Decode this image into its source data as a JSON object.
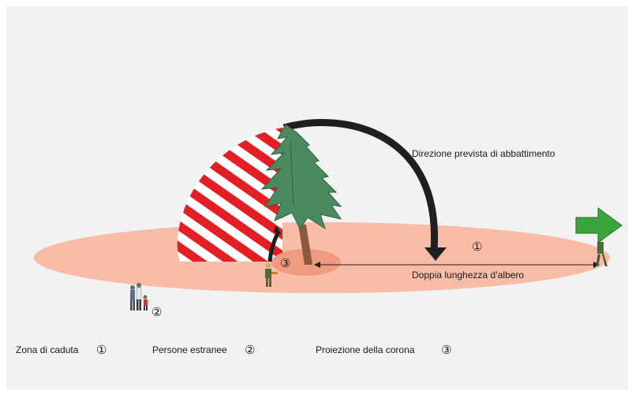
{
  "labels": {
    "direction": "Direzione prevista di abbattimento",
    "double_length": "Doppia lunghezza d’albero"
  },
  "markers": {
    "one": "①",
    "two": "②",
    "three": "③"
  },
  "legend": [
    {
      "label": "Zona di caduta",
      "marker": "①"
    },
    {
      "label": "Persone estranee",
      "marker": "②"
    },
    {
      "label": "Proiezione della corona",
      "marker": "③"
    }
  ],
  "colors": {
    "zone": "#f8bca7",
    "crown_projection": "#f09a82",
    "danger_stripe": "#e31e24",
    "arrow": "#1f1f1f",
    "tree": "#4a8a5e",
    "escape_arrow": "#3aa53a"
  },
  "icons": [
    "fall-direction-arrow",
    "escape-arrow-icon",
    "tree-icon",
    "feller-icon",
    "walker-icon",
    "bystanders-icon"
  ]
}
